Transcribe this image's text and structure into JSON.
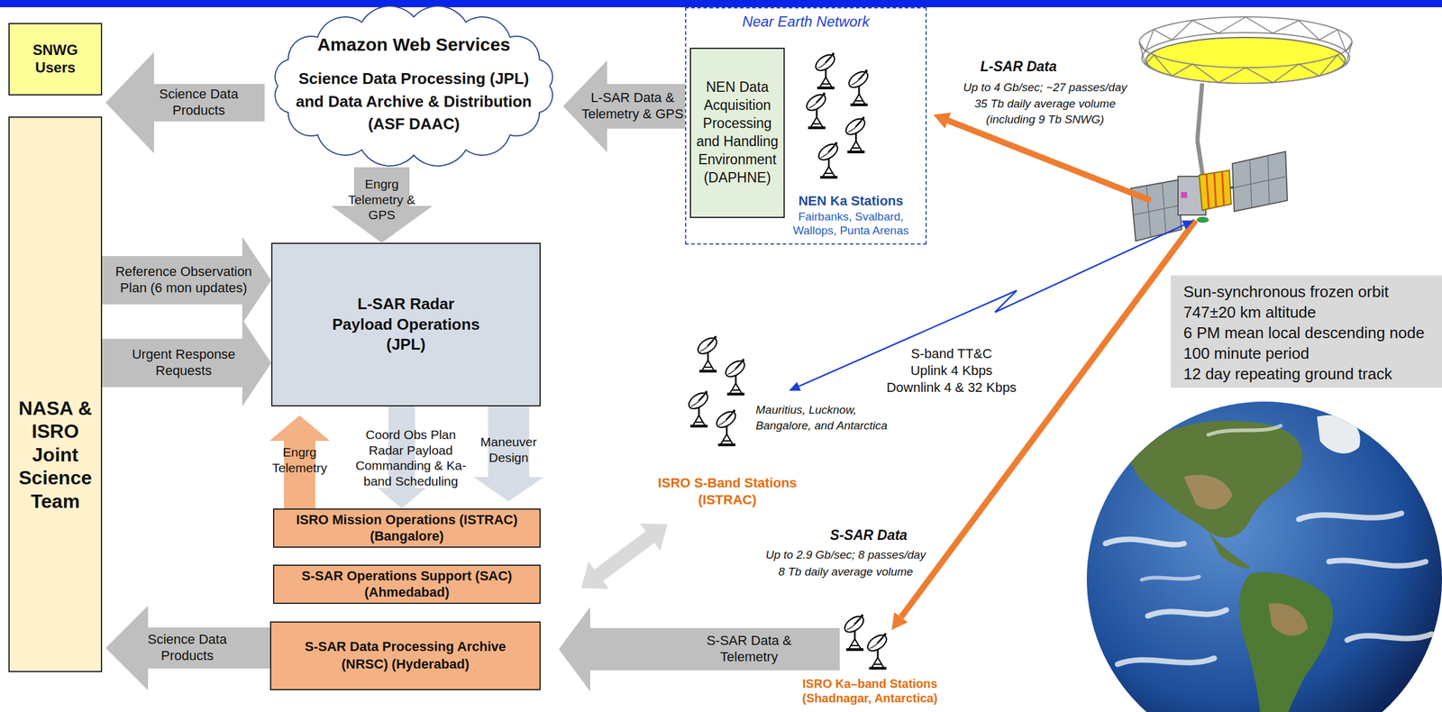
{
  "diagram": {
    "nodes": [
      {
        "text": [
          "SNWG Users"
        ]
      },
      {
        "text": [
          "Amazon Web Services",
          "Science Data Processing (JPL) and Data Archive & Distribution (ASF DAAC)"
        ]
      },
      {
        "text": [
          "Near Earth Network"
        ]
      },
      {
        "text": [
          "NEN Data Acquisition Processing and Handling Environment (DAPHNE)"
        ],
        "in": 2
      },
      {
        "text": [
          "NEN Ka Stations",
          "Fairbanks, Svalbard, Wallops, Punta Arenas"
        ],
        "in": 2
      },
      {
        "text": [
          "NASA & ISRO Joint Science Team"
        ]
      },
      {
        "text": [
          "L-SAR Radar Payload Operations (JPL)"
        ]
      },
      {
        "text": [
          "Sun-synchronous frozen orbit",
          "747±20 km altitude",
          "6 PM mean local descending node",
          "100 minute period",
          "12 day repeating ground track"
        ]
      },
      {
        "text": [
          "Mauritius, Lucknow, Bangalore, and Antarctica",
          "ISRO S-Band Stations (ISTRAC)"
        ]
      },
      {
        "text": [
          "ISRO Mission Operations (ISTRAC) (Bangalore)"
        ]
      },
      {
        "text": [
          "S-SAR Operations Support (SAC) (Ahmedabad)"
        ]
      },
      {
        "text": [
          "S-SAR Data Processing Archive (NRSC) (Hyderabad)"
        ]
      },
      {
        "text": [
          "ISRO Ka–band Stations (Shadnagar, Antarctica)"
        ]
      }
    ],
    "edges": [
      {
        "from": 1,
        "to": 0,
        "label": "Science Data Products",
        "arrow": "to"
      },
      {
        "from": 2,
        "to": 1,
        "label": "L-SAR Data & Telemetry & GPS",
        "arrow": "to"
      },
      {
        "from": 1,
        "to": 6,
        "label": "Engrg Telemetry & GPS",
        "arrow": "to"
      },
      {
        "from": 5,
        "to": 6,
        "label": "Reference Observation Plan (6 mon updates)",
        "arrow": "to"
      },
      {
        "from": 5,
        "to": 6,
        "label": "Urgent Response Requests",
        "arrow": "to"
      },
      {
        "from": 9,
        "to": 6,
        "label": "Engrg Telemetry",
        "arrow": "to"
      },
      {
        "from": 6,
        "to": 9,
        "label": "Coord Obs Plan Radar Payload Commanding & Ka-band Scheduling",
        "arrow": "to"
      },
      {
        "from": 6,
        "to": 9,
        "label": "Maneuver Design",
        "arrow": "to"
      },
      {
        "from": 10,
        "to": 8,
        "arrow": "both"
      },
      {
        "from": 12,
        "to": 11,
        "label": "S-SAR Data & Telemetry",
        "arrow": "to"
      },
      {
        "from": 11,
        "to": 5,
        "label": "Science Data Products",
        "arrow": "to"
      }
    ],
    "labels": [
      "L-SAR Data",
      "Up to 4 Gb/sec; ~27 passes/day",
      "35 Tb daily average volume",
      "(including 9 Tb SNWG)",
      "S-band TT&C",
      "Uplink 4 Kbps",
      "Downlink 4 & 32 Kbps",
      "S-SAR Data",
      "Up to 2.9 Gb/sec; 8 passes/day",
      "8 Tb daily average volume"
    ]
  }
}
